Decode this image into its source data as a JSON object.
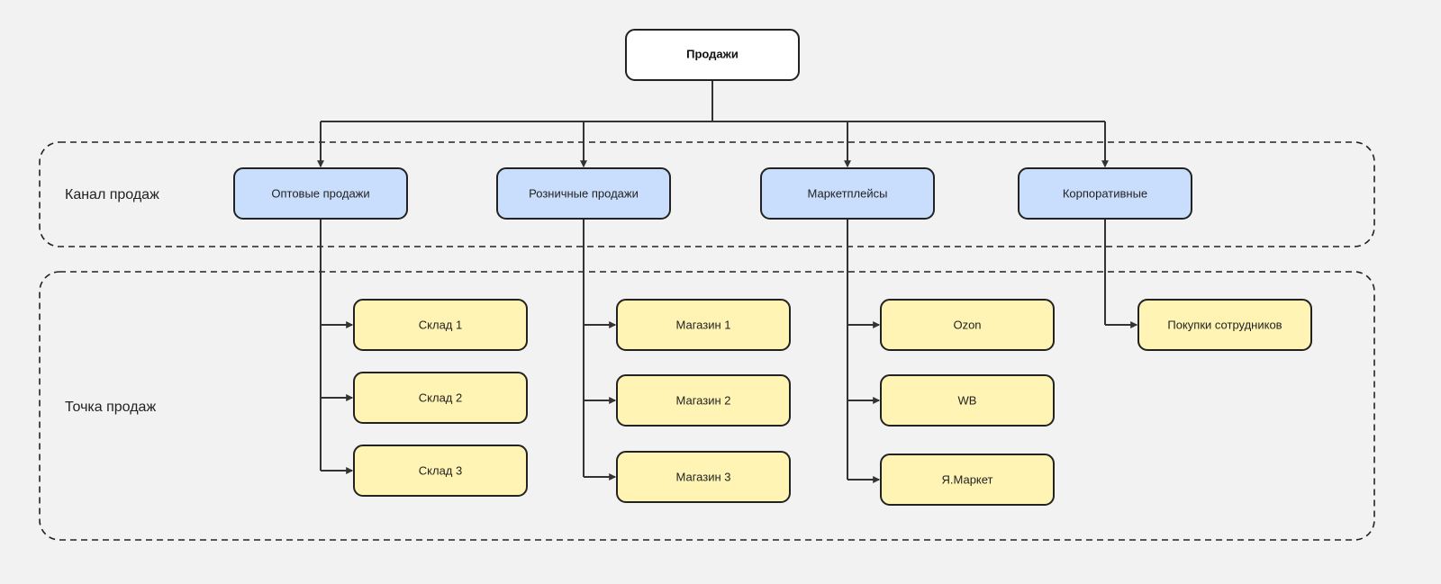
{
  "colors": {
    "background": "#f2f2f2",
    "root_fill": "#ffffff",
    "channel_fill": "#c9defc",
    "point_fill": "#fff4b3",
    "stroke": "#222222",
    "connector": "#333333"
  },
  "root": {
    "label": "Продажи"
  },
  "groups": {
    "channel": {
      "label": "Канал продаж"
    },
    "point": {
      "label": "Точка продаж"
    }
  },
  "channels": [
    {
      "label": "Оптовые продажи",
      "points": [
        "Склад 1",
        "Склад 2",
        "Склад 3"
      ]
    },
    {
      "label": "Розничные продажи",
      "points": [
        "Магазин 1",
        "Магазин 2",
        "Магазин 3"
      ]
    },
    {
      "label": "Маркетплейсы",
      "points": [
        "Ozon",
        "WB",
        "Я.Маркет"
      ]
    },
    {
      "label": "Корпоративные",
      "points": [
        "Покупки сотрудников"
      ]
    }
  ]
}
